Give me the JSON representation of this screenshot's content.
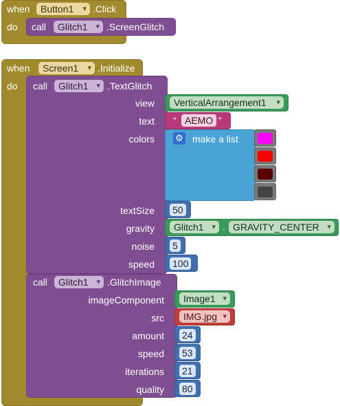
{
  "button_event": {
    "when_label": "when",
    "component": "Button1",
    "event": ".Click",
    "do_label": "do",
    "call": {
      "call_label": "call",
      "component": "Glitch1",
      "method": ".ScreenGlitch"
    }
  },
  "screen_event": {
    "when_label": "when",
    "component": "Screen1",
    "event": ".Initialize",
    "do_label": "do",
    "text_glitch": {
      "call_label": "call",
      "component": "Glitch1",
      "method": ".TextGlitch",
      "params": {
        "view_label": "view",
        "view_value": "VerticalArrangement1",
        "text_label": "text",
        "text_open_quote": "“",
        "text_value": "AEMO",
        "text_close_quote": "”",
        "colors_label": "colors",
        "make_list_label": "make a list",
        "colors": [
          "#ff00ff",
          "#ff0000",
          "#5a0000",
          "#444444"
        ],
        "textsize_label": "textSize",
        "textsize_value": "50",
        "gravity_label": "gravity",
        "gravity_component": "Glitch1",
        "gravity_dot": ".",
        "gravity_value": "GRAVITY_CENTER",
        "noise_label": "noise",
        "noise_value": "5",
        "speed_label": "speed",
        "speed_value": "100"
      }
    },
    "glitch_image": {
      "call_label": "call",
      "component": "Glitch1",
      "method": ".GlitchImage",
      "params": {
        "image_component_label": "imageComponent",
        "image_component_value": "Image1",
        "src_label": "src",
        "src_value": "IMG.jpg",
        "amount_label": "amount",
        "amount_value": "24",
        "speed_label": "speed",
        "speed_value": "53",
        "iterations_label": "iterations",
        "iterations_value": "21",
        "quality_label": "quality",
        "quality_value": "80"
      }
    }
  }
}
